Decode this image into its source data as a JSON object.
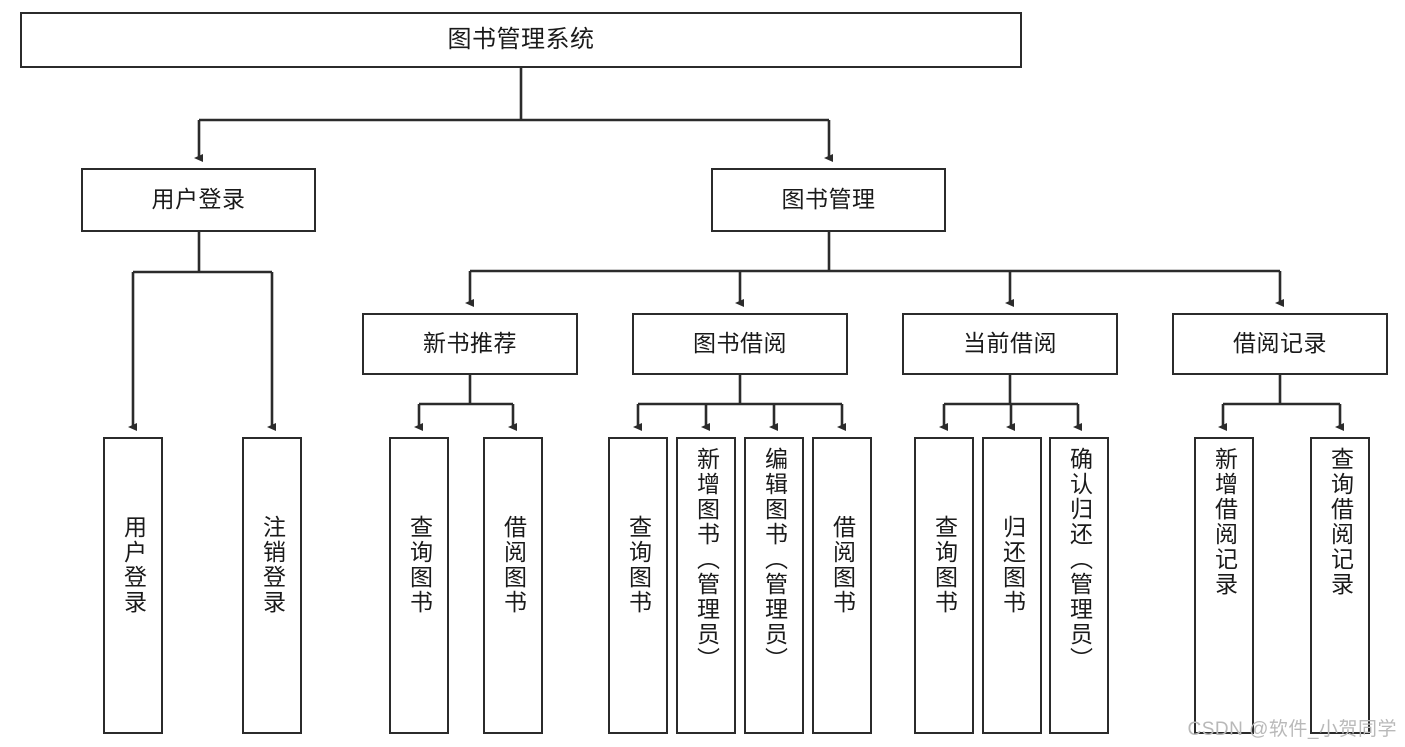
{
  "diagram": {
    "title": "图书管理系统",
    "watermark": "CSDN @软件_小贺同学",
    "levels": {
      "root": "图书管理系统",
      "level1": [
        "用户登录",
        "图书管理"
      ],
      "level2": [
        "新书推荐",
        "图书借阅",
        "当前借阅",
        "借阅记录"
      ]
    },
    "nodes": {
      "root": {
        "label": "图书管理系统"
      },
      "l1_0": {
        "label": "用户登录"
      },
      "l1_1": {
        "label": "图书管理"
      },
      "l2_0": {
        "label": "新书推荐"
      },
      "l2_1": {
        "label": "图书借阅"
      },
      "l2_2": {
        "label": "当前借阅"
      },
      "l2_3": {
        "label": "借阅记录"
      },
      "leaf_0": {
        "label": "用户登录"
      },
      "leaf_1": {
        "label": "注销登录"
      },
      "leaf_2": {
        "label": "查询图书"
      },
      "leaf_3": {
        "label": "借阅图书"
      },
      "leaf_4": {
        "label": "查询图书"
      },
      "leaf_5": {
        "label": "新增图书（管理员）"
      },
      "leaf_6": {
        "label": "编辑图书（管理员）"
      },
      "leaf_7": {
        "label": "借阅图书"
      },
      "leaf_8": {
        "label": "查询图书"
      },
      "leaf_9": {
        "label": "归还图书"
      },
      "leaf_10": {
        "label": "确认归还（管理员）"
      },
      "leaf_11": {
        "label": "新增借阅记录"
      },
      "leaf_12": {
        "label": "查询借阅记录"
      }
    },
    "colors": {
      "stroke": "#2b2b2b",
      "fill": "#ffffff",
      "text": "#1a1a1a",
      "watermark": "#b9b9b9"
    }
  }
}
